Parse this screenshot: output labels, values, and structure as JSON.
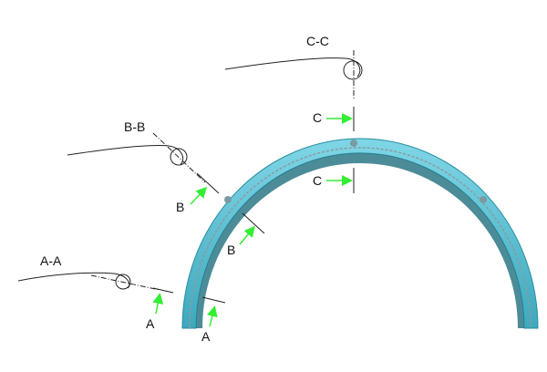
{
  "labels": {
    "section_aa": "A-A",
    "section_bb": "B-B",
    "section_cc": "C-C",
    "cut_a_left": "A",
    "cut_a_right": "A",
    "cut_b_left": "B",
    "cut_b_right": "B",
    "cut_c_top": "C",
    "cut_c_bottom": "C"
  },
  "colors": {
    "arch_outer": "#5fc3d6",
    "arch_inner": "#1f6f7e",
    "arrow": "#33ee33",
    "line": "#222222"
  }
}
